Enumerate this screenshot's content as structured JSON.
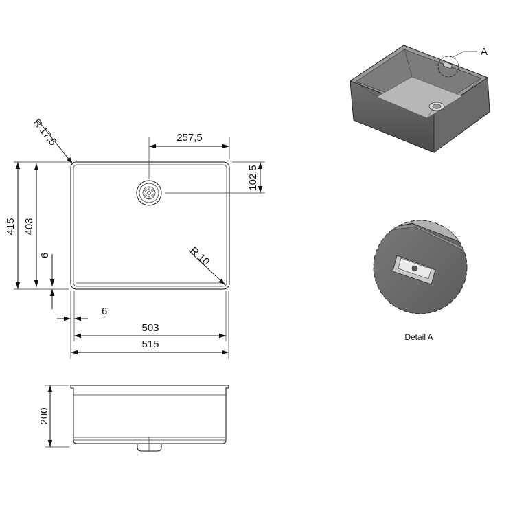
{
  "drawing": {
    "top_view": {
      "corner_radius_outer": "R 17,5",
      "corner_radius_inner": "R 10",
      "drain_offset_x": "257,5",
      "drain_offset_y": "102,5",
      "outer_depth": "415",
      "inner_depth": "403",
      "rim_left": "6",
      "rim_bottom": "6",
      "inner_width": "503",
      "outer_width": "515"
    },
    "side_view": {
      "height": "200"
    },
    "iso_view": {
      "callout": "A"
    },
    "detail": {
      "caption": "Detail A"
    }
  }
}
